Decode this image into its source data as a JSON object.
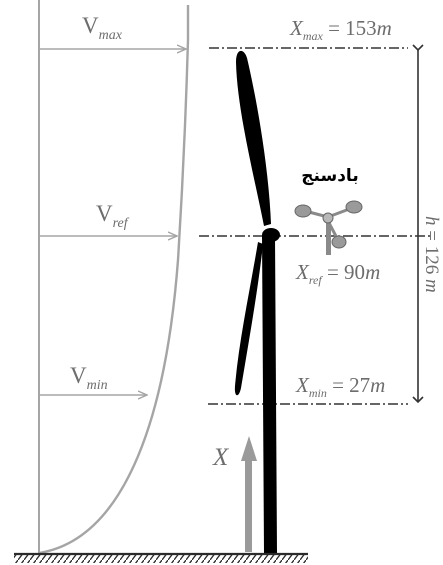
{
  "diagram": {
    "labels": {
      "v_max": {
        "base": "V",
        "sub": "max"
      },
      "v_ref": {
        "base": "V",
        "sub": "ref"
      },
      "v_min": {
        "base": "V",
        "sub": "min"
      },
      "x_max": {
        "var": "X",
        "sub": "max",
        "rest": " = 153",
        "unit": "m"
      },
      "x_ref": {
        "var": "X",
        "sub": "ref",
        "rest": " = 90",
        "unit": "m"
      },
      "x_min": {
        "var": "X",
        "sub": "min",
        "rest": " = 27",
        "unit": "m"
      },
      "height": {
        "var": "h",
        "rest": " = 126 ",
        "unit": "m"
      },
      "axis": "X",
      "anemometer": "بادسنج"
    },
    "colors": {
      "profile": "#a5a5a5",
      "turbine": "#000000",
      "dimension": "#6d6d6d",
      "ground": "#2b2b2b"
    },
    "icons": [
      "anemometer-icon",
      "wind-turbine"
    ]
  }
}
